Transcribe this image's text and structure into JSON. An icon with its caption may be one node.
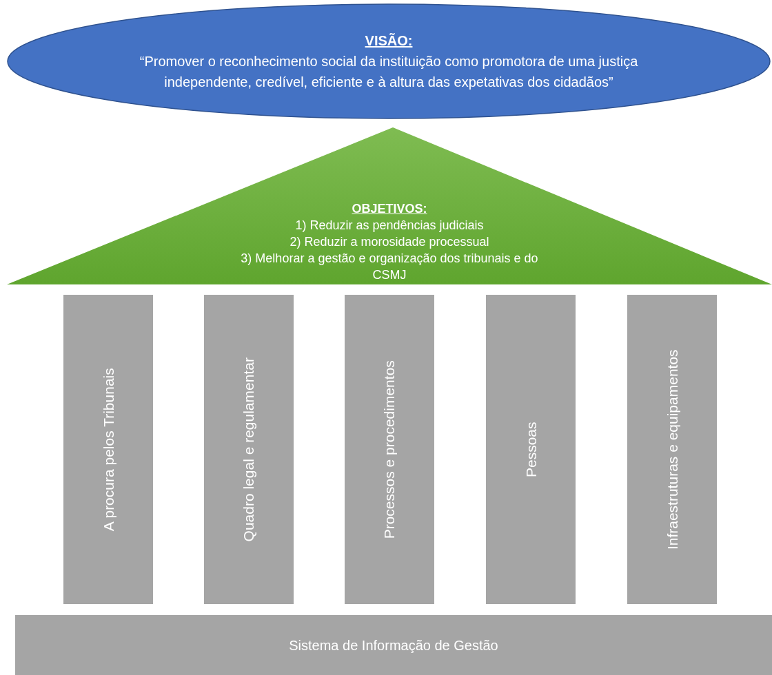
{
  "diagram": {
    "nodes": [
      {
        "text": [
          "VISÃO:",
          "“Promover o reconhecimento social da instituição como promotora de uma justiça independente, credível, eficiente e à altura das expetativas dos cidadãos”"
        ]
      },
      {
        "text": [
          "OBJETIVOS:",
          "1) Reduzir as pendências judiciais",
          "2) Reduzir a morosidade processual",
          "3) Melhorar a gestão e organização dos tribunais e do CSMJ"
        ]
      },
      {
        "text": [
          "A procura pelos Tribunais"
        ]
      },
      {
        "text": [
          "Quadro legal e regulamentar"
        ]
      },
      {
        "text": [
          "Processos e procedimentos"
        ]
      },
      {
        "text": [
          "Pessoas"
        ]
      },
      {
        "text": [
          "Infraestruturas e equipamentos"
        ]
      },
      {
        "text": [
          "Sistema de Informação de Gestão"
        ]
      }
    ]
  }
}
